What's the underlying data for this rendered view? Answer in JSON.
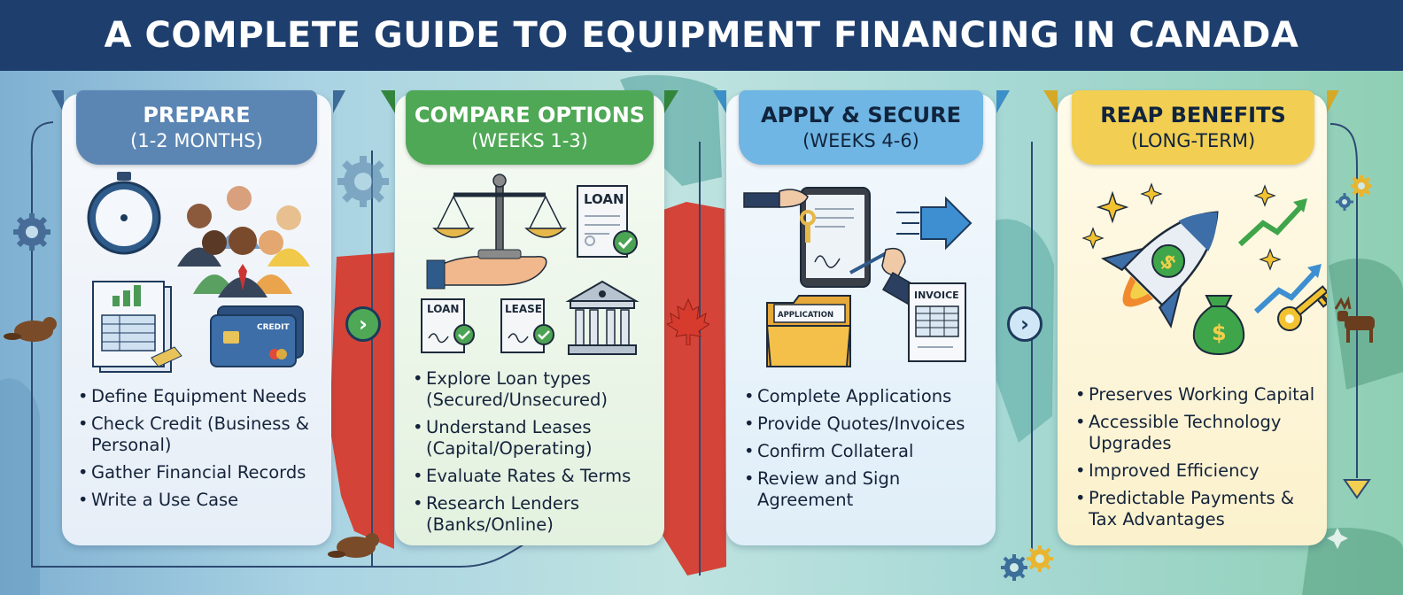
{
  "title": "A COMPLETE GUIDE TO EQUIPMENT FINANCING IN CANADA",
  "stages": [
    {
      "heading": "PREPARE",
      "timeframe": "(1-2 MONTHS)",
      "accent": "#5b86b4",
      "items": [
        "Define Equipment Needs",
        "Check Credit (Business & Personal)",
        "Gather Financial Records",
        "Write a Use Case"
      ],
      "icons": [
        "compass-icon",
        "team-icon",
        "financial-report-icon",
        "credit-card-icon"
      ],
      "icon_labels": {
        "card": "CREDIT"
      }
    },
    {
      "heading": "COMPARE OPTIONS",
      "timeframe": "(WEEKS 1-3)",
      "accent": "#4fa856",
      "items": [
        "Explore Loan types (Secured/Unsecured)",
        "Understand Leases (Capital/Operating)",
        "Evaluate Rates & Terms",
        "Research Lenders (Banks/Online)"
      ],
      "icons": [
        "scales-icon",
        "loan-document-icon",
        "lease-document-icon",
        "bank-icon"
      ],
      "icon_labels": {
        "doc_a": "LOAN",
        "doc_b": "LEASE"
      }
    },
    {
      "heading": "APPLY & SECURE",
      "timeframe": "(WEEKS 4-6)",
      "accent": "#6fb6e4",
      "items": [
        "Complete Applications",
        "Provide Quotes/Invoices",
        "Confirm Collateral",
        "Review and Sign Agreement"
      ],
      "icons": [
        "tablet-signature-icon",
        "arrow-right-icon",
        "application-folder-icon",
        "invoice-icon"
      ],
      "icon_labels": {
        "folder": "APPLICATION",
        "invoice": "INVOICE"
      }
    },
    {
      "heading": "REAP BENEFITS",
      "timeframe": "(LONG-TERM)",
      "accent": "#f2cf52",
      "items": [
        "Preserves Working Capital",
        "Accessible Technology Upgrades",
        "Improved Efficiency",
        "Predictable Payments & Tax Advantages"
      ],
      "icons": [
        "rocket-icon",
        "money-bag-icon",
        "growth-arrow-icon",
        "key-icon"
      ],
      "icon_labels": {}
    }
  ],
  "connectors": [
    "chevron-right-icon",
    "maple-leaf-icon",
    "chevron-right-icon"
  ],
  "decorations": [
    "gear-icon",
    "beaver-icon",
    "moose-icon",
    "maple-leaf-icon"
  ]
}
